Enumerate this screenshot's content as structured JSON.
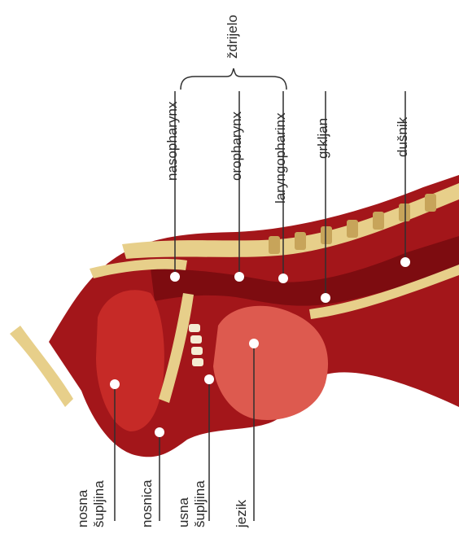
{
  "figure": {
    "colors": {
      "tissue_dark": "#8e1015",
      "tissue_mid": "#b51d1f",
      "tissue_light": "#d9433c",
      "bone": "#e7cf8a",
      "bone_dark": "#c7a45a",
      "leader": "#2f2f2f",
      "dot": "#ffffff"
    },
    "labels": {
      "zdrijelo": "ždrijelo",
      "nasopharynx": "nasopharynx",
      "oropharynx": "oropharynx",
      "laryngopharinx": "laryngopharinx",
      "grkljan": "grkljan",
      "dusnik": "dušnik",
      "nosna_line1": "nosna",
      "nosna_line2": "šupljina",
      "nosnica": "nosnica",
      "usna_line1": "usna",
      "usna_line2": "šupljina",
      "jezik": "jezik"
    }
  }
}
